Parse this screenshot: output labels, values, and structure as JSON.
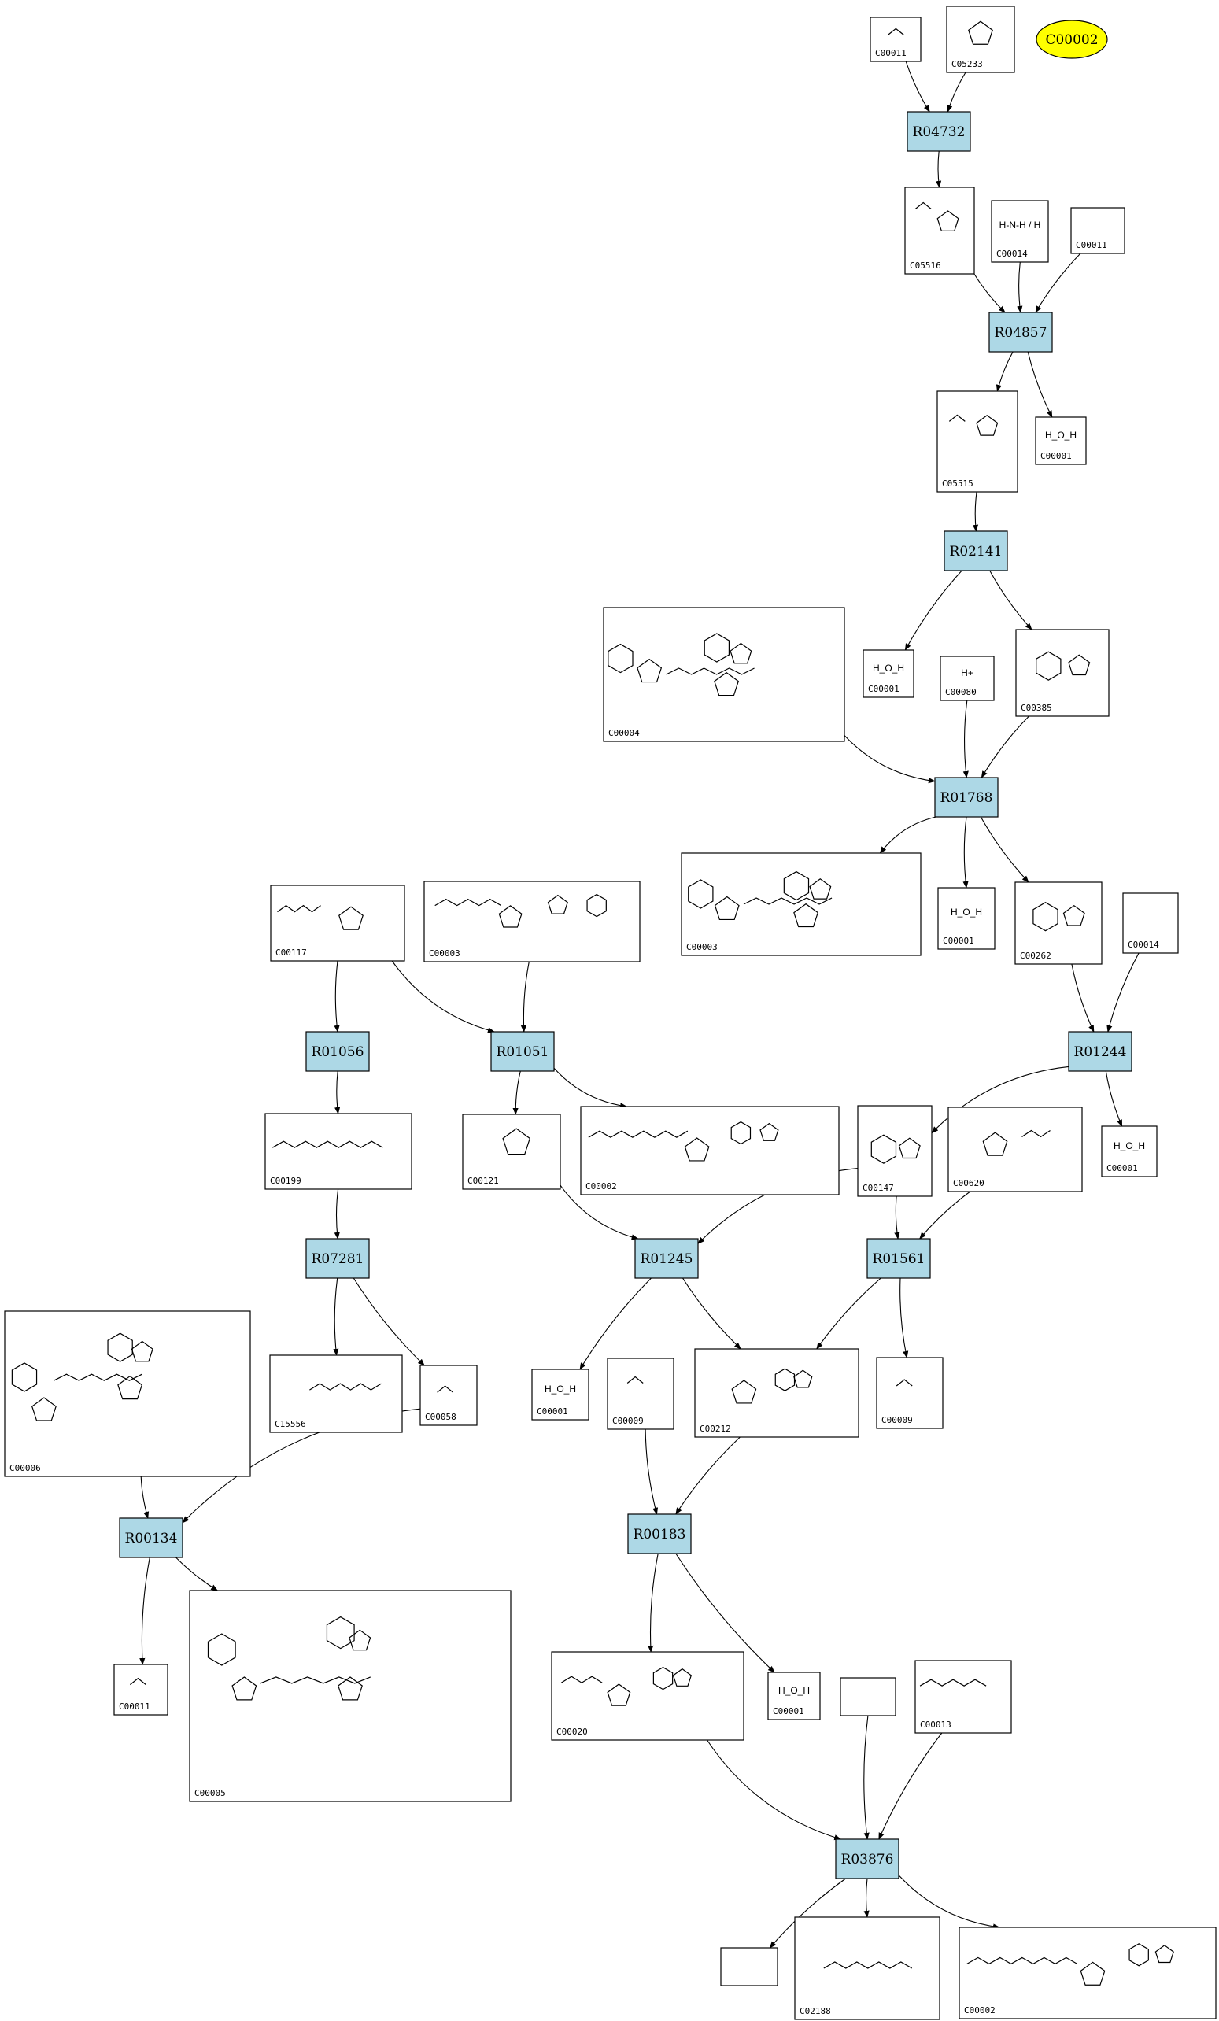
{
  "colors": {
    "reaction_fill": "#add8e6",
    "highlight_fill": "#ffff00",
    "box_stroke": "#000000"
  },
  "highlight": {
    "label": "C00002"
  },
  "reactions": [
    "R04732",
    "R04857",
    "R02141",
    "R01768",
    "R01244",
    "R01056",
    "R01051",
    "R07281",
    "R01245",
    "R01561",
    "R00134",
    "R00183",
    "R03876"
  ],
  "compounds": [
    {
      "id": "C00011",
      "label": "C00011",
      "formula": ""
    },
    {
      "id": "C05233",
      "label": "C05233",
      "formula": ""
    },
    {
      "id": "C05516",
      "label": "C05516",
      "formula": ""
    },
    {
      "id": "C00014a",
      "label": "C00014",
      "formula": "H-N-H / H"
    },
    {
      "id": "C00011b",
      "label": "C00011",
      "formula": ""
    },
    {
      "id": "C05515",
      "label": "C05515",
      "formula": ""
    },
    {
      "id": "C00001a",
      "label": "C00001",
      "formula": "H_O_H"
    },
    {
      "id": "C00001b",
      "label": "C00001",
      "formula": "H_O_H"
    },
    {
      "id": "C00080",
      "label": "C00080",
      "formula": "H+"
    },
    {
      "id": "C00385",
      "label": "C00385",
      "formula": ""
    },
    {
      "id": "C00004",
      "label": "C00004",
      "formula": ""
    },
    {
      "id": "C00003a",
      "label": "C00003",
      "formula": ""
    },
    {
      "id": "C00001c",
      "label": "C00001",
      "formula": "H_O_H"
    },
    {
      "id": "C00262",
      "label": "C00262",
      "formula": ""
    },
    {
      "id": "C00014b",
      "label": "C00014",
      "formula": ""
    },
    {
      "id": "C00117",
      "label": "C00117",
      "formula": ""
    },
    {
      "id": "C00003b",
      "label": "C00003",
      "formula": ""
    },
    {
      "id": "C00199",
      "label": "C00199",
      "formula": ""
    },
    {
      "id": "C00121",
      "label": "C00121",
      "formula": ""
    },
    {
      "id": "C00002a",
      "label": "C00002",
      "formula": ""
    },
    {
      "id": "C00147",
      "label": "C00147",
      "formula": ""
    },
    {
      "id": "C00620",
      "label": "C00620",
      "formula": ""
    },
    {
      "id": "C00001d",
      "label": "C00001",
      "formula": "H_O_H"
    },
    {
      "id": "C00006",
      "label": "C00006",
      "formula": ""
    },
    {
      "id": "C15556",
      "label": "C15556",
      "formula": ""
    },
    {
      "id": "C00058",
      "label": "C00058",
      "formula": ""
    },
    {
      "id": "C00001e",
      "label": "C00001",
      "formula": "H_O_H"
    },
    {
      "id": "C00009a",
      "label": "C00009",
      "formula": ""
    },
    {
      "id": "C00212",
      "label": "C00212",
      "formula": ""
    },
    {
      "id": "C00009b",
      "label": "C00009",
      "formula": ""
    },
    {
      "id": "C00011c",
      "label": "C00011",
      "formula": ""
    },
    {
      "id": "C00005",
      "label": "C00005",
      "formula": ""
    },
    {
      "id": "C00020",
      "label": "C00020",
      "formula": ""
    },
    {
      "id": "C00001f",
      "label": "C00001",
      "formula": "H_O_H"
    },
    {
      "id": "blank1",
      "label": "",
      "formula": ""
    },
    {
      "id": "C00013",
      "label": "C00013",
      "formula": ""
    },
    {
      "id": "blank2",
      "label": "",
      "formula": ""
    },
    {
      "id": "C02188",
      "label": "C02188",
      "formula": ""
    },
    {
      "id": "C00002b",
      "label": "C00002",
      "formula": ""
    }
  ],
  "edges": [
    [
      "C00011",
      "R04732"
    ],
    [
      "C05233",
      "R04732"
    ],
    [
      "R04732",
      "C05516"
    ],
    [
      "C05516",
      "R04857"
    ],
    [
      "C00014a",
      "R04857"
    ],
    [
      "C00011b",
      "R04857"
    ],
    [
      "R04857",
      "C05515"
    ],
    [
      "R04857",
      "C00001a"
    ],
    [
      "C05515",
      "R02141"
    ],
    [
      "R02141",
      "C00001b"
    ],
    [
      "R02141",
      "C00385"
    ],
    [
      "C00004",
      "R01768"
    ],
    [
      "C00080",
      "R01768"
    ],
    [
      "C00385",
      "R01768"
    ],
    [
      "R01768",
      "C00003a"
    ],
    [
      "R01768",
      "C00001c"
    ],
    [
      "R01768",
      "C00262"
    ],
    [
      "C00262",
      "R01244"
    ],
    [
      "C00014b",
      "R01244"
    ],
    [
      "R01244",
      "C00147"
    ],
    [
      "R01244",
      "C00001d"
    ],
    [
      "C00117",
      "R01056"
    ],
    [
      "C00117",
      "R01051"
    ],
    [
      "C00003b",
      "R01051"
    ],
    [
      "R01056",
      "C00199"
    ],
    [
      "R01051",
      "C00121"
    ],
    [
      "R01051",
      "C00002a"
    ],
    [
      "C00199",
      "R07281"
    ],
    [
      "R07281",
      "C15556"
    ],
    [
      "R07281",
      "C00058"
    ],
    [
      "C00121",
      "R01245"
    ],
    [
      "C00147",
      "R01245"
    ],
    [
      "C00147",
      "R01561"
    ],
    [
      "C00620",
      "R01561"
    ],
    [
      "R01245",
      "C00001e"
    ],
    [
      "R01245",
      "C00212"
    ],
    [
      "R01561",
      "C00212"
    ],
    [
      "R01561",
      "C00009b"
    ],
    [
      "C00006",
      "R00134"
    ],
    [
      "C00058",
      "R00134"
    ],
    [
      "R00134",
      "C00011c"
    ],
    [
      "R00134",
      "C00005"
    ],
    [
      "C00009a",
      "R00183"
    ],
    [
      "C00212",
      "R00183"
    ],
    [
      "R00183",
      "C00020"
    ],
    [
      "R00183",
      "C00001f"
    ],
    [
      "C00020",
      "R03876"
    ],
    [
      "blank1",
      "R03876"
    ],
    [
      "C00013",
      "R03876"
    ],
    [
      "R03876",
      "blank2"
    ],
    [
      "R03876",
      "C02188"
    ],
    [
      "R03876",
      "C00002b"
    ]
  ]
}
